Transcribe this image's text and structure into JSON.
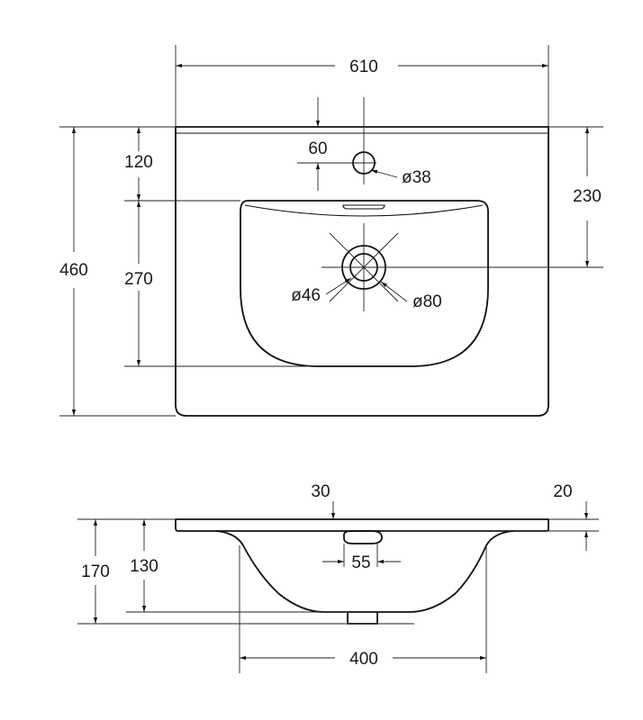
{
  "top_view": {
    "width": "610",
    "depth": "460",
    "tap_hole_offset": "60",
    "tap_hole_diameter": "ø38",
    "front_to_bowl": "120",
    "bowl_length": "270",
    "drain_to_back": "230",
    "drain_inner_diameter": "ø46",
    "drain_outer_diameter": "ø80"
  },
  "side_view": {
    "rim_thickness": "30",
    "overflow_offset": "20",
    "total_height": "170",
    "bowl_height": "130",
    "drain_width": "55",
    "bowl_width": "400"
  }
}
